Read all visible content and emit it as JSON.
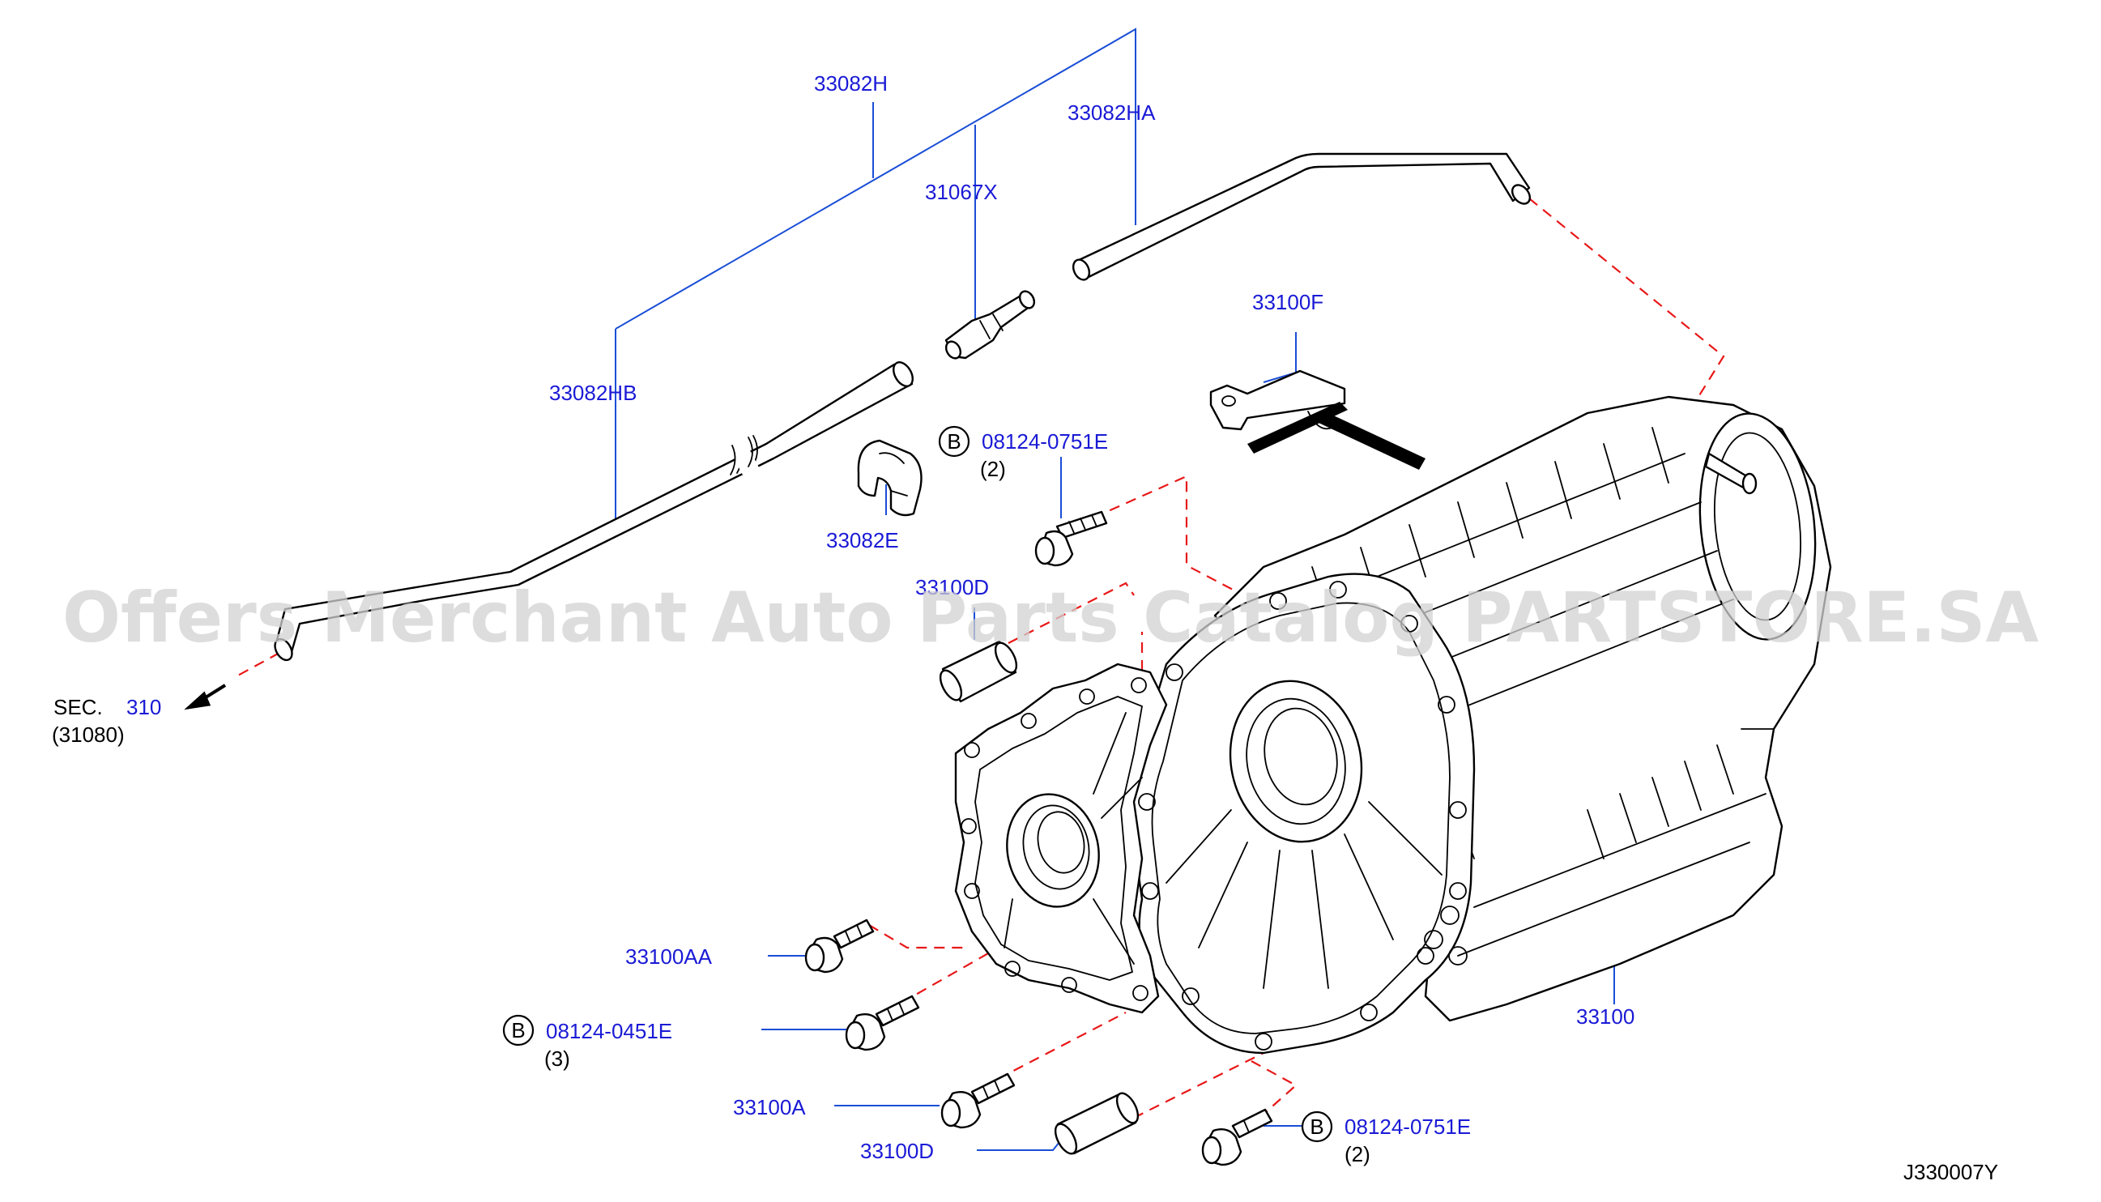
{
  "watermark": "Offers Merchant Auto Parts Catalog PARTSTORE.SA",
  "diagram_id": "J330007Y",
  "section_ref": {
    "prefix": "SEC.",
    "number": "310",
    "sub": "(31080)"
  },
  "bolt_circle_letter": "B",
  "labels": {
    "p33082H": "33082H",
    "p33082HA": "33082HA",
    "p31067X": "31067X",
    "p33082HB": "33082HB",
    "p33100F": "33100F",
    "p33082E": "33082E",
    "p33100D_top": "33100D",
    "p33100AA": "33100AA",
    "p33100A": "33100A",
    "p33100D_bottom": "33100D",
    "p33100": "33100"
  },
  "bolt_refs": {
    "top": {
      "part": "08124-0751E",
      "qty": "(2)"
    },
    "left": {
      "part": "08124-0451E",
      "qty": "(3)"
    },
    "bottom": {
      "part": "08124-0751E",
      "qty": "(2)"
    }
  }
}
